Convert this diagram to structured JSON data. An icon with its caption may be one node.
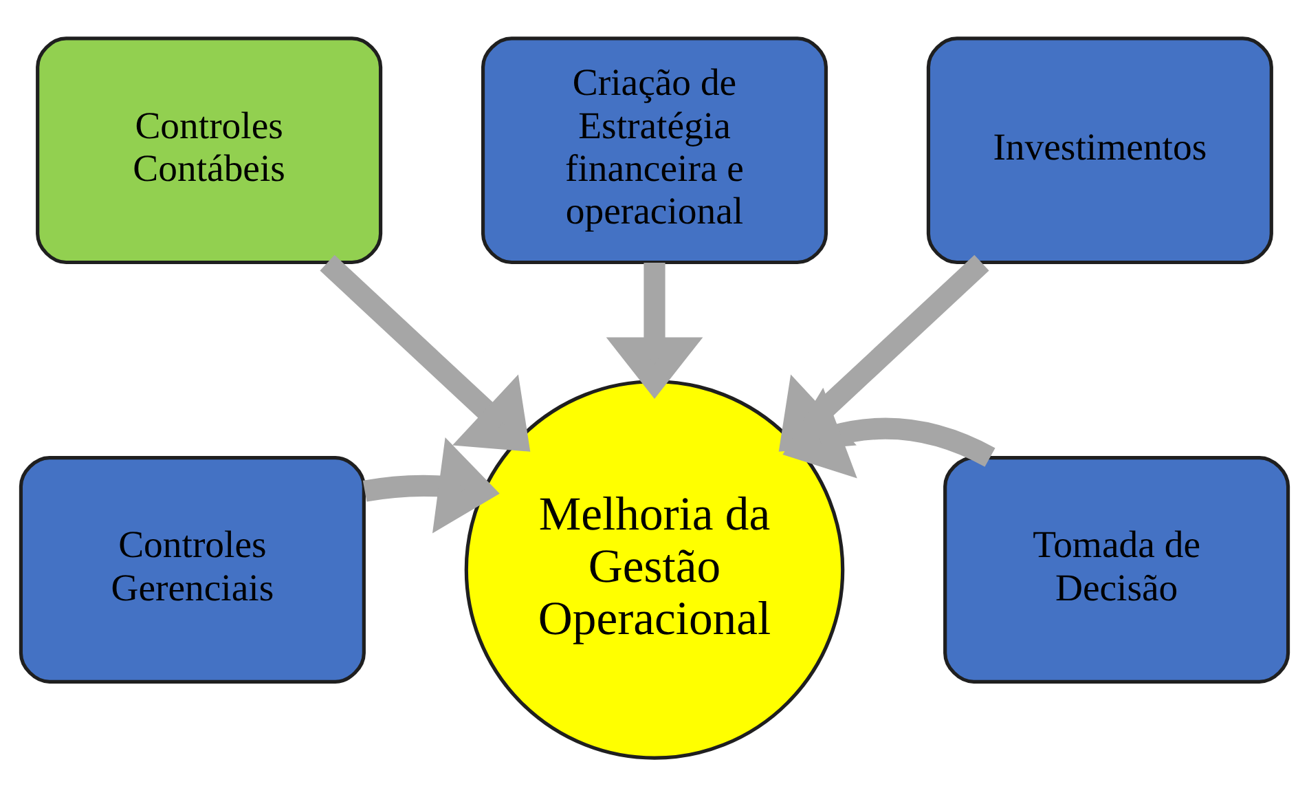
{
  "diagram": {
    "nodes": [
      {
        "text": [
          "Criação de Estratégia financeira e operacional"
        ]
      },
      {
        "text": [
          "Controles Contábeis"
        ]
      },
      {
        "text": [
          "Investimentos"
        ]
      },
      {
        "text": [
          "Controles Gerenciais"
        ]
      },
      {
        "text": [
          "Melhoria da Gestão Operacional"
        ]
      },
      {
        "text": [
          "Tomada de Decisão"
        ]
      }
    ],
    "edges": [
      {
        "from": 0,
        "to": 4,
        "arrow": "to"
      },
      {
        "from": 1,
        "to": 4,
        "arrow": "to"
      },
      {
        "from": 2,
        "to": 4,
        "arrow": "to"
      },
      {
        "from": 3,
        "to": 4,
        "arrow": "to"
      },
      {
        "from": 5,
        "to": 4,
        "arrow": "to"
      }
    ]
  }
}
